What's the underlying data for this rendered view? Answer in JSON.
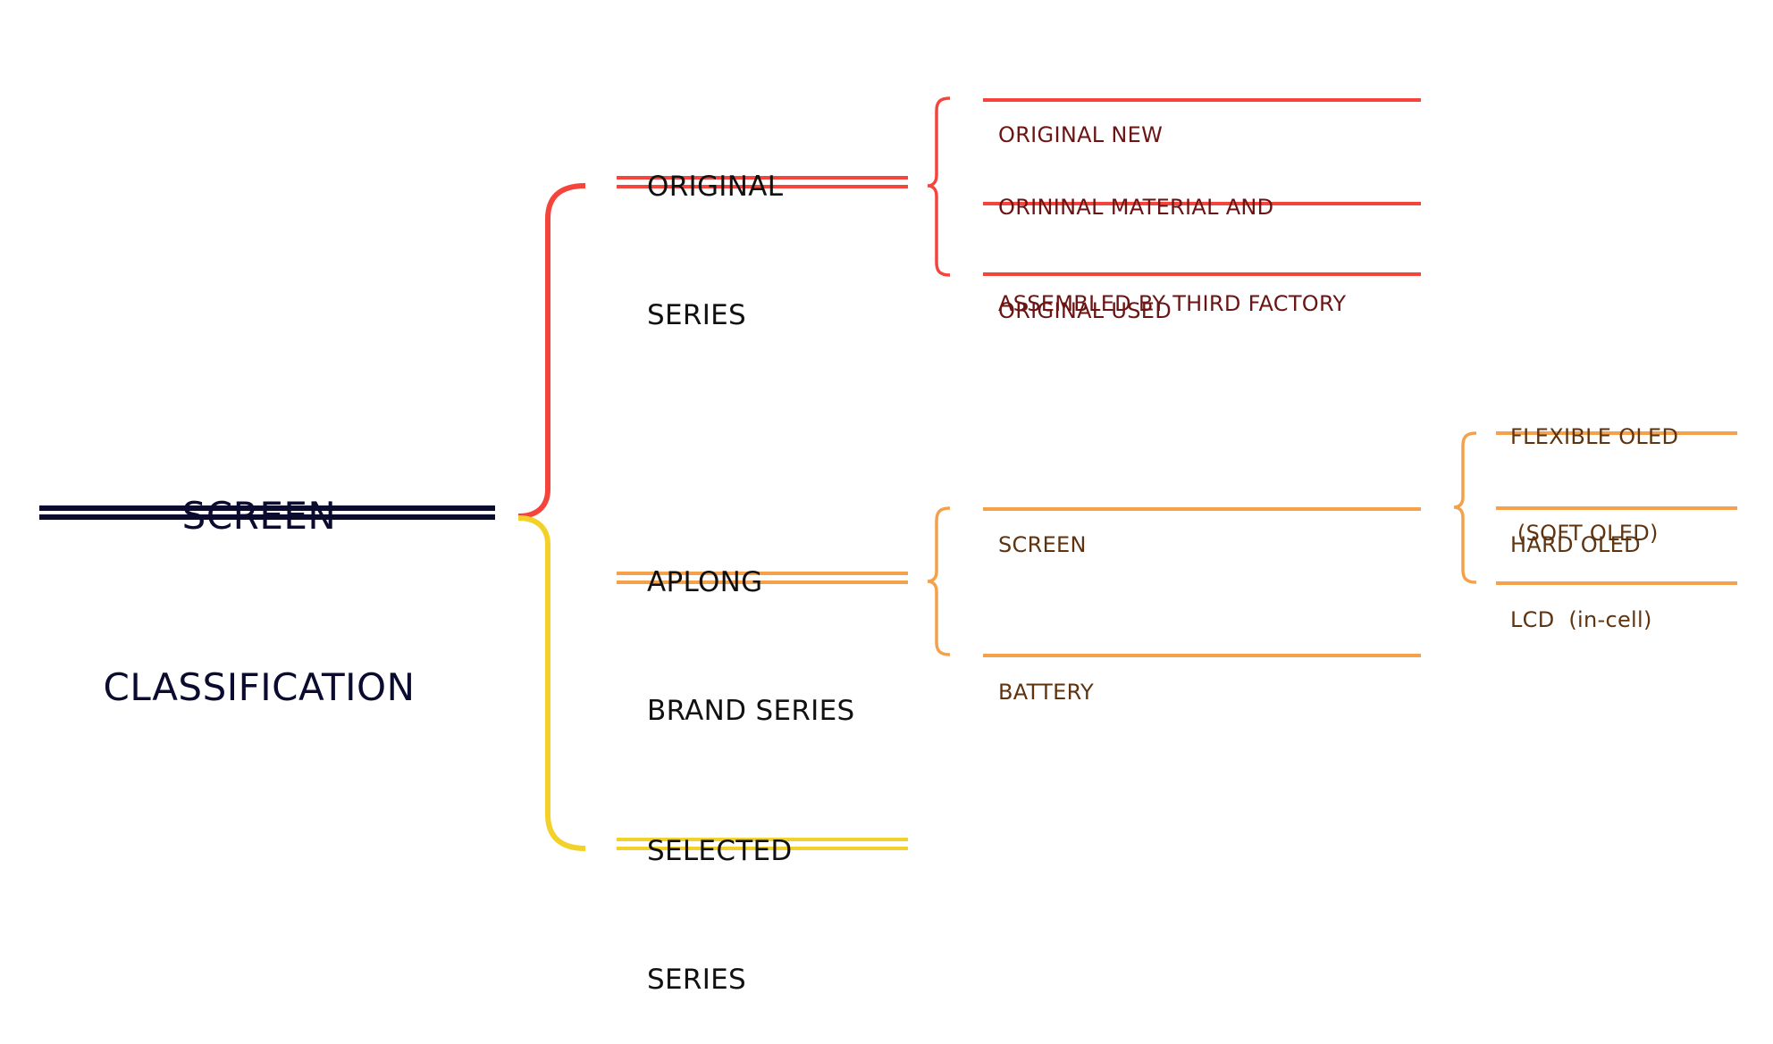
{
  "title": {
    "line1": "SCREEN",
    "line2": "CLASSIFICATION"
  },
  "colors": {
    "root": "#0a0b2e",
    "original": "#f4443c",
    "aplong": "#f5a04a",
    "selected": "#f2d22a",
    "original_text": "#6b1414",
    "aplong_text": "#5e3310",
    "branch_text": "#111111"
  },
  "branches": [
    {
      "id": "original",
      "label_line1": "ORIGINAL",
      "label_line2": "SERIES",
      "children": [
        {
          "label_line1": "ORIGINAL NEW",
          "label_line2": ""
        },
        {
          "label_line1": "ORININAL MATERIAL AND",
          "label_line2": "ASSEMBLED BY THIRD FACTORY"
        },
        {
          "label_line1": "ORIGINAL USED",
          "label_line2": ""
        }
      ]
    },
    {
      "id": "aplong",
      "label_line1": "APLONG",
      "label_line2": "BRAND SERIES",
      "children": [
        {
          "label_line1": "SCREEN",
          "label_line2": "",
          "children": [
            {
              "label_line1": "FLEXIBLE OLED",
              "label_line2": " (SOFT OLED)"
            },
            {
              "label_line1": "HARD OLED",
              "label_line2": ""
            },
            {
              "label_line1": "LCD  (in-cell)",
              "label_line2": ""
            }
          ]
        },
        {
          "label_line1": "BATTERY",
          "label_line2": ""
        }
      ]
    },
    {
      "id": "selected",
      "label_line1": "SELECTED",
      "label_line2": "SERIES",
      "children": []
    }
  ]
}
